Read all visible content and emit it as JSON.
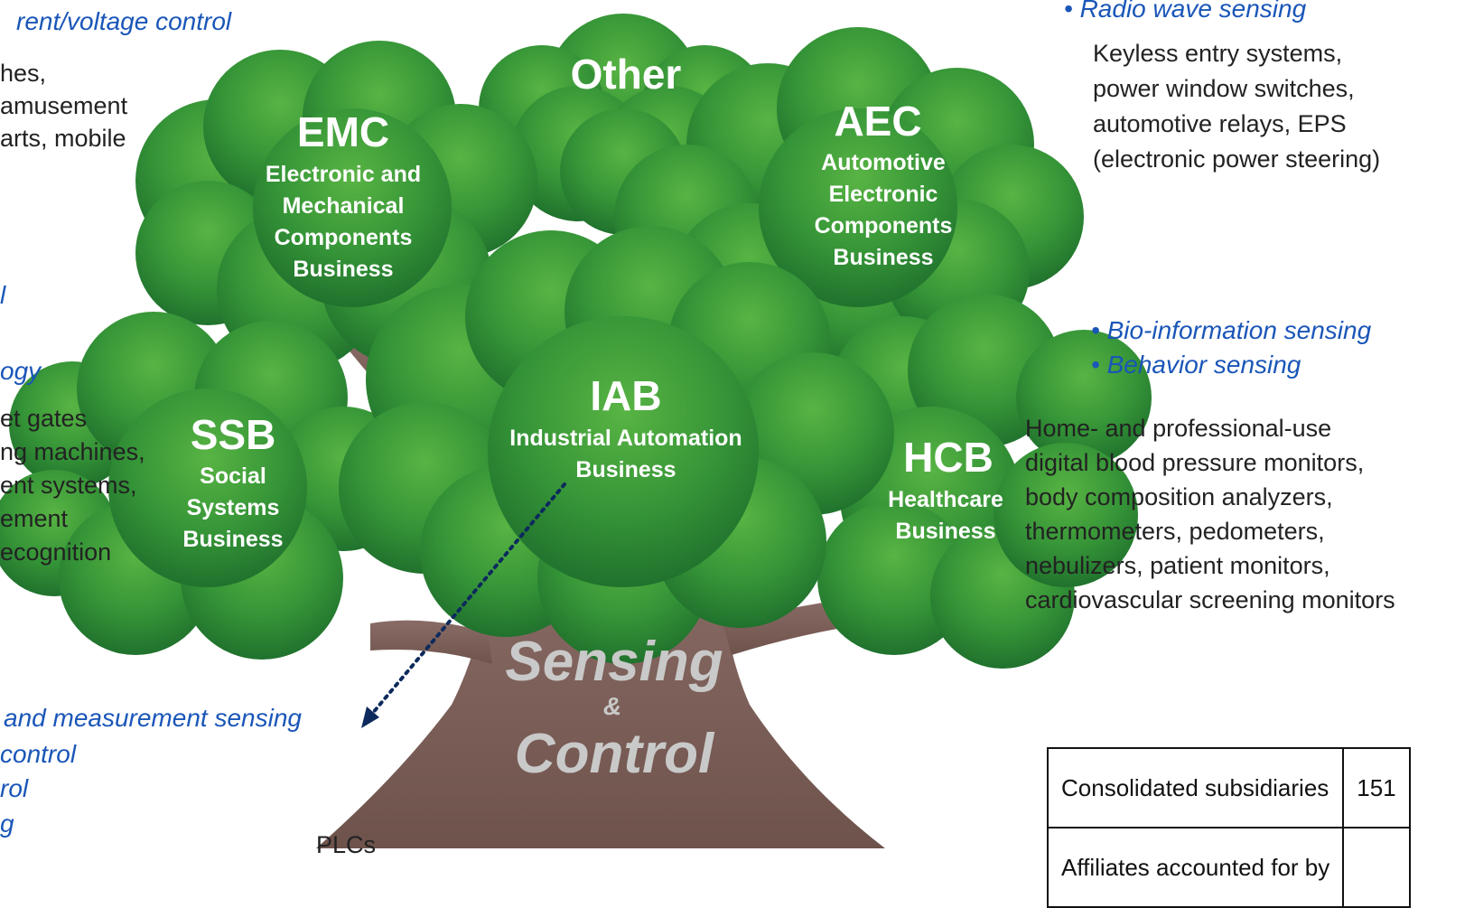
{
  "left_texts": {
    "top_heading": "rent/voltage control",
    "top_lines": [
      "hes,",
      "amusement",
      "arts, mobile"
    ],
    "mid_marker": "l",
    "mid_heading": "ogy",
    "mid_lines": [
      "et gates",
      "ng machines,",
      "ent systems,",
      "ement",
      "ecognition"
    ],
    "bottom_lines": [
      "and measurement sensing",
      "control",
      "rol",
      "g"
    ],
    "cut_line": "PLCs"
  },
  "top_right": {
    "heading": "• Radio wave sensing",
    "lines": [
      "Keyless entry systems,",
      "power window switches,",
      "automotive relays, EPS",
      "(electronic power steering)"
    ]
  },
  "right_mid": {
    "headings": [
      "• Bio-information sensing",
      "• Behavior sensing"
    ],
    "lines": [
      "Home- and professional-use",
      "digital blood pressure monitors,",
      "body composition analyzers,",
      "thermometers, pedometers,",
      "nebulizers, patient monitors,",
      "cardiovascular screening monitors"
    ]
  },
  "crowns": {
    "other": {
      "abbr": "Other"
    },
    "emc": {
      "abbr": "EMC",
      "lines": [
        "Electronic and",
        "Mechanical",
        "Components",
        "Business"
      ]
    },
    "aec": {
      "abbr": "AEC",
      "lines": [
        "Automotive",
        "Electronic",
        "Components",
        "Business"
      ]
    },
    "iab": {
      "abbr": "IAB",
      "lines": [
        "Industrial Automation",
        "Business"
      ]
    },
    "ssb": {
      "abbr": "SSB",
      "lines": [
        "Social",
        "Systems",
        "Business"
      ]
    },
    "hcb": {
      "abbr": "HCB",
      "lines": [
        "Healthcare",
        "Business"
      ]
    }
  },
  "trunk": {
    "word1": "Sensing",
    "amp": "&",
    "word2": "Control"
  },
  "table": {
    "rows": [
      {
        "label": "Consolidated subsidiaries",
        "value": "151"
      },
      {
        "label": "Affiliates accounted for by",
        "value": ""
      }
    ]
  },
  "colors": {
    "crown_light": "#58b443",
    "crown_dark": "#1c6b2b",
    "trunk": "#7c5d56",
    "blue_text": "#1a56b8"
  }
}
